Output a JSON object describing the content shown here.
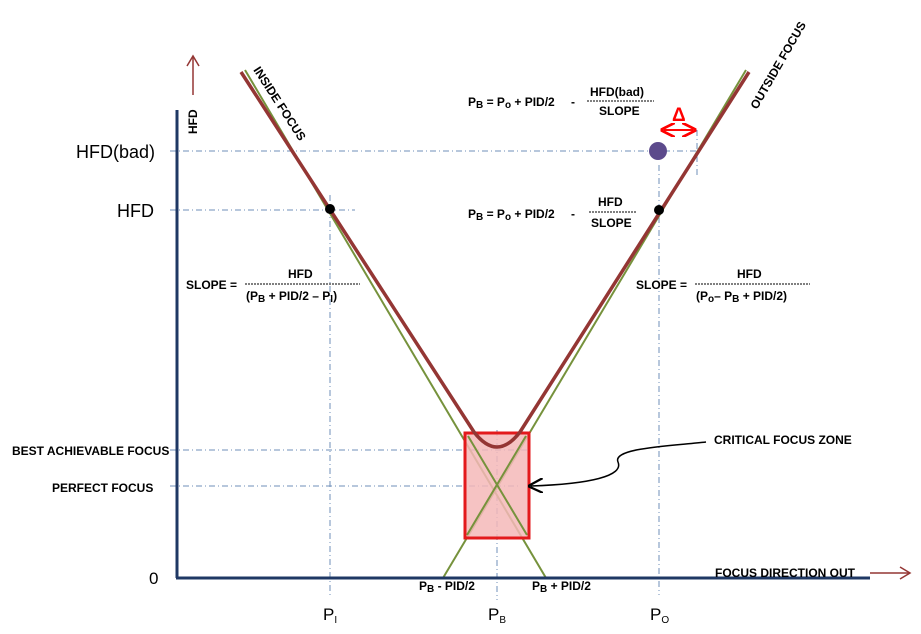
{
  "axes": {
    "y_label": "HFD",
    "x_label": "FOCUS DIRECTION OUT",
    "origin": "0"
  },
  "y_labels": {
    "hfd_bad": "HFD(bad)",
    "hfd": "HFD",
    "best_achievable": "BEST ACHIEVABLE FOCUS",
    "perfect": "PERFECT FOCUS"
  },
  "x_ticks": {
    "pi": {
      "base": "P",
      "sub": "I"
    },
    "pb": {
      "base": "P",
      "sub": "B"
    },
    "po": {
      "base": "P",
      "sub": "O"
    }
  },
  "zone_labels": {
    "left": {
      "p": "P",
      "sub": "B",
      "rest": " - PID/2"
    },
    "right": {
      "p": "P",
      "sub": "B",
      "rest": " + PID/2"
    }
  },
  "curve_labels": {
    "inside": "INSIDE FOCUS",
    "outside": "OUTSIDE FOCUS"
  },
  "critical_zone": "CRITICAL FOCUS ZONE",
  "delta": "Δ",
  "formulas": {
    "top": {
      "lhs_p": "P",
      "lhs_sub": "B",
      "eq": " = P",
      "eq_sub": "o",
      "rest": " + PID/2",
      "minus": "-",
      "num": "HFD(bad)",
      "den": "SLOPE"
    },
    "mid": {
      "lhs_p": "P",
      "lhs_sub": "B",
      "eq": " = P",
      "eq_sub": "o",
      "rest": " + PID/2",
      "minus": "-",
      "num": "HFD",
      "den": "SLOPE"
    },
    "slope_left": {
      "prefix": "SLOPE =",
      "num": "HFD",
      "den_a": "(P",
      "den_sub1": "B",
      "den_b": " + PID/2 – P",
      "den_sub2": "I",
      "den_c": ")"
    },
    "slope_right": {
      "prefix": "SLOPE =",
      "num": "HFD",
      "den_a": "(P",
      "den_sub1": "o",
      "den_b": "– P",
      "den_sub2": "B",
      "den_c": " + PID/2)"
    }
  },
  "colors": {
    "axis": "#1f3864",
    "curve": "#943634",
    "asymptote": "#76923c",
    "zone_fill": "#f4b8b8",
    "zone_stroke": "#e31a1c",
    "guide": "#6f8fb8",
    "bad_point": "#5c4a8c",
    "delta": "#ff0000",
    "arrow": "#943634"
  }
}
